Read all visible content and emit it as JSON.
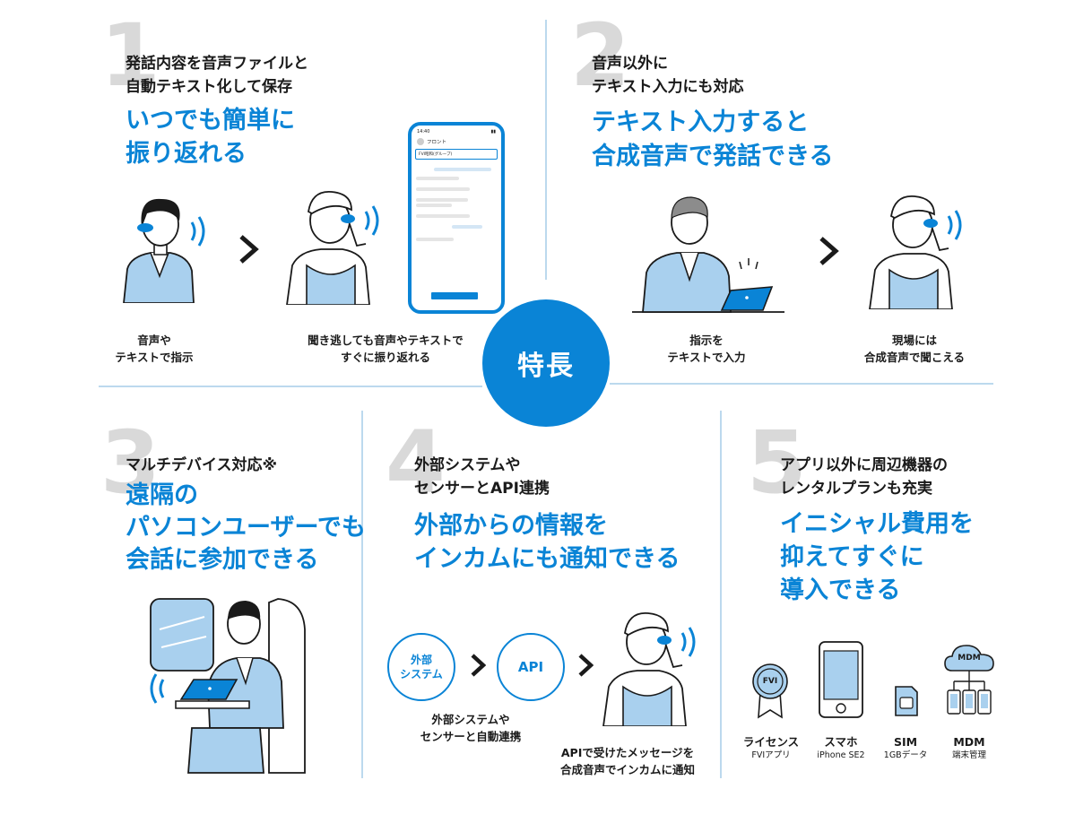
{
  "center": {
    "label": "特長"
  },
  "features": [
    {
      "number": "1",
      "subtitle": [
        "発話内容を音声ファイルと",
        "自動テキスト化して保存"
      ],
      "headline": [
        "いつでも簡単に",
        "振り返れる"
      ],
      "captions": [
        [
          "音声や",
          "テキストで指示"
        ],
        [
          "聞き逃しても音声やテキストで",
          "すぐに振り返れる"
        ]
      ],
      "phone": {
        "time": "14:40",
        "channel": "フロント",
        "group": "FVI昭和(グループ)"
      }
    },
    {
      "number": "2",
      "subtitle": [
        "音声以外に",
        "テキスト入力にも対応"
      ],
      "headline": [
        "テキスト入力すると",
        "合成音声で発話できる"
      ],
      "captions": [
        [
          "指示を",
          "テキストで入力"
        ],
        [
          "現場には",
          "合成音声で聞こえる"
        ]
      ]
    },
    {
      "number": "3",
      "subtitle": [
        "マルチデバイス対応※"
      ],
      "headline": [
        "遠隔の",
        "パソコンユーザーでも",
        "会話に参加できる"
      ]
    },
    {
      "number": "4",
      "subtitle": [
        "外部システムや",
        "センサーとAPI連携"
      ],
      "headline": [
        "外部からの情報を",
        "インカムにも通知できる"
      ],
      "bubbles": [
        [
          "外部",
          "システム"
        ],
        [
          "API"
        ]
      ],
      "captions": [
        [
          "外部システムや",
          "センサーと自動連携"
        ],
        [
          "APIで受けたメッセージを",
          "合成音声でインカムに通知"
        ]
      ]
    },
    {
      "number": "5",
      "subtitle": [
        "アプリ以外に周辺機器の",
        "レンタルプランも充実"
      ],
      "headline": [
        "イニシャル費用を",
        "抑えてすぐに",
        "導入できる"
      ],
      "items": [
        {
          "title": "ライセンス",
          "detail": "FVIアプリ",
          "icon": "badge-icon",
          "mark": "FVI"
        },
        {
          "title": "スマホ",
          "detail": "iPhone SE2",
          "icon": "smartphone-icon"
        },
        {
          "title": "SIM",
          "detail": "1GBデータ",
          "icon": "sim-card-icon"
        },
        {
          "title": "MDM",
          "detail": "端末管理",
          "icon": "cloud-devices-icon",
          "mark": "MDM"
        }
      ]
    }
  ],
  "colors": {
    "accent": "#0a84d6",
    "light_blue": "#bcd9ee",
    "figure_blue": "#a9d0ee",
    "number_gray": "#d9d9d9"
  }
}
